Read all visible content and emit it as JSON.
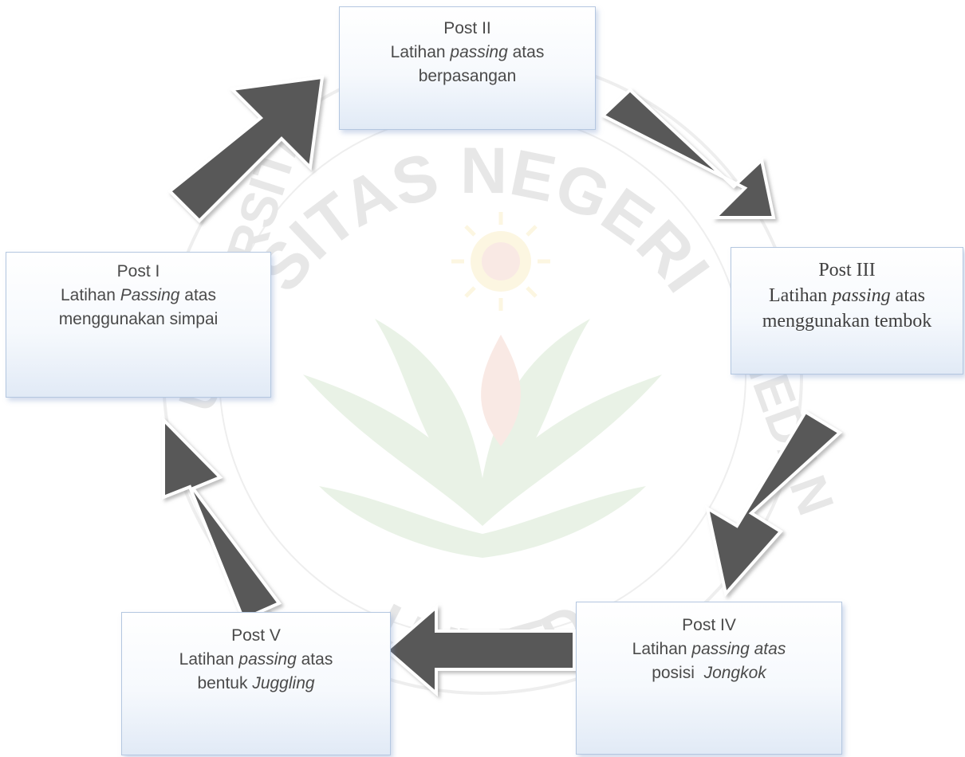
{
  "posts": {
    "post1": {
      "title": "Post I",
      "line2_pre": "Latihan ",
      "line2_ital": "Passing",
      "line2_post": " atas",
      "line3_pre": "menggunakan simpai",
      "line3_ital": ""
    },
    "post2": {
      "title": "Post II",
      "line2_pre": "Latihan ",
      "line2_ital": "passing",
      "line2_post": " atas",
      "line3_pre": "berpasangan",
      "line3_ital": ""
    },
    "post3": {
      "title": "Post III",
      "line2_pre": "Latihan ",
      "line2_ital": "passing",
      "line2_post": " atas",
      "line3_pre": "menggunakan tembok",
      "line3_ital": ""
    },
    "post4": {
      "title": "Post IV",
      "line2_pre": "Latihan ",
      "line2_ital": "passing atas",
      "line2_post": "",
      "line3_pre": "posisi  ",
      "line3_ital": "Jongkok"
    },
    "post5": {
      "title": "Post V",
      "line2_pre": "Latihan ",
      "line2_ital": "passing",
      "line2_post": " atas",
      "line3_pre": "bentuk ",
      "line3_ital": "Juggling"
    }
  },
  "watermark": {
    "text_top": "SITAS NEGERI",
    "text_bottom": "UNIMED",
    "text_left": "UNIVERSITAS",
    "text_right": "MEDAN"
  },
  "colors": {
    "arrow_fill": "#595959",
    "box_border": "#b4c7e0",
    "box_gradient_end": "#e1eaf6",
    "text": "#4a4a4a"
  }
}
